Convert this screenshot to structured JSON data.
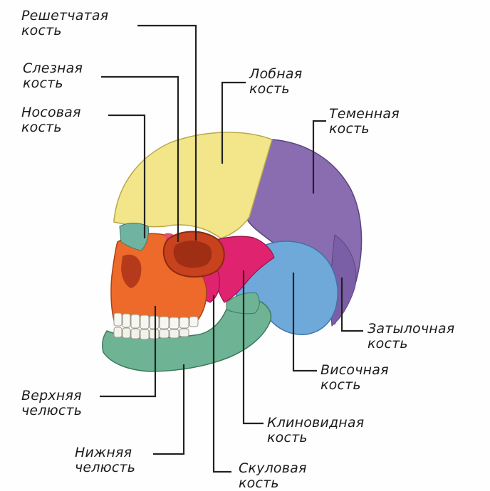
{
  "labels": {
    "ethmoid": {
      "line1": "Решетчатая",
      "line2": "кость"
    },
    "lacrimal": {
      "line1": "Слезная",
      "line2": "кость"
    },
    "nasal": {
      "line1": "Носовая",
      "line2": "кость"
    },
    "frontal": {
      "line1": "Лобная",
      "line2": "кость"
    },
    "parietal": {
      "line1": "Теменная",
      "line2": "кость"
    },
    "occipital": {
      "line1": "Затылочная",
      "line2": "кость"
    },
    "temporal": {
      "line1": "Височная",
      "line2": "кость"
    },
    "sphenoid": {
      "line1": "Клиновидная",
      "line2": "кость"
    },
    "maxilla": {
      "line1": "Верхняя",
      "line2": "челюсть"
    },
    "mandible": {
      "line1": "Нижняя",
      "line2": "челюсть"
    },
    "zygomatic": {
      "line1": "Скуловая",
      "line2": "кость"
    }
  },
  "colors": {
    "frontal": "#f2e58a",
    "parietal": "#8a6cb0",
    "temporal": "#6fa9da",
    "occipital": "#7a5fa6",
    "maxilla": "#ee6a2a",
    "mandible": "#6db394",
    "sphenoid": "#e0236f",
    "zygomatic": "#e0236f",
    "nasal": "#6fb3a0",
    "lacrimal": "#e84a7a",
    "teeth": "#f7f7f2",
    "leader_line": "#222222"
  }
}
